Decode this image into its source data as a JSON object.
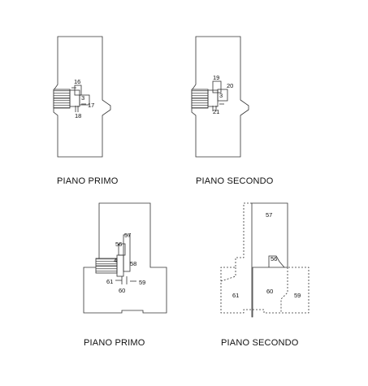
{
  "plans": [
    {
      "label": "PIANO PRIMO",
      "numbers": [
        "16",
        "3",
        "17",
        "18"
      ]
    },
    {
      "label": "PIANO SECONDO",
      "numbers": [
        "19",
        "20",
        "3",
        "21"
      ]
    },
    {
      "label": "PIANO PRIMO",
      "numbers": [
        "57",
        "56",
        "4",
        "58",
        "61",
        "60",
        "59"
      ]
    },
    {
      "label": "PIANO SECONDO",
      "numbers": [
        "57",
        "56",
        "61",
        "60",
        "59"
      ]
    }
  ]
}
